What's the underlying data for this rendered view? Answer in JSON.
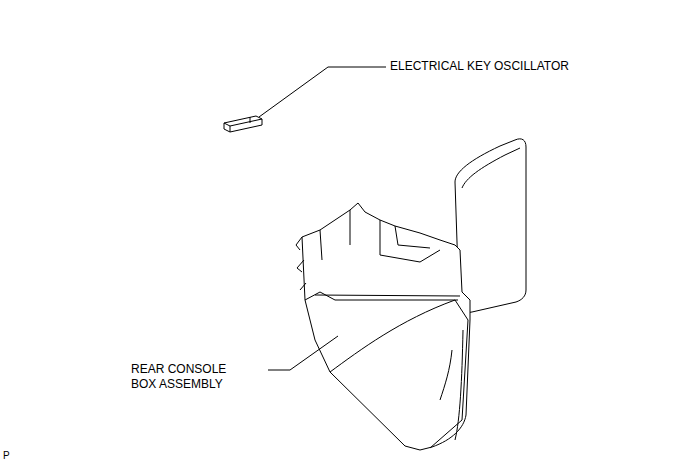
{
  "diagram": {
    "labels": [
      "ELECTRICAL KEY OSCILLATOR",
      "REAR CONSOLE BOX ASSEMBLY",
      "P"
    ]
  }
}
